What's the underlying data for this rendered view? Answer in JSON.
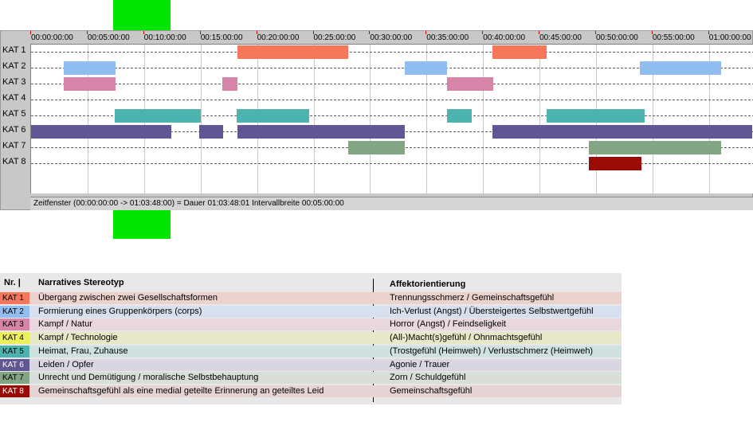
{
  "timeline": {
    "ticks": [
      "00:00:00:00",
      "00:05:00:00",
      "00:10:00:00",
      "00:15:00:00",
      "00:20:00:00",
      "00:25:00:00",
      "00:30:00:00",
      "00:35:00:00",
      "00:40:00:00",
      "00:45:00:00",
      "00:50:00:00",
      "00:55:00:00",
      "01:00:00:00"
    ],
    "rows": [
      "KAT 1",
      "KAT 2",
      "KAT 3",
      "KAT 4",
      "KAT 5",
      "KAT 6",
      "KAT 7",
      "KAT 8"
    ],
    "status": "Zeitfenster (00:00:00:00 -> 01:03:48:00) = Dauer 01:03:48:01    Intervallbreite 00:05:00:00",
    "total_minutes": 63.8,
    "segments": [
      {
        "row": 0,
        "start": 18.3,
        "end": 28.1,
        "color": "#f6775a"
      },
      {
        "row": 0,
        "start": 40.8,
        "end": 45.6,
        "color": "#f6775a"
      },
      {
        "row": 1,
        "start": 2.9,
        "end": 7.5,
        "color": "#91bdf0"
      },
      {
        "row": 1,
        "start": 33.1,
        "end": 36.8,
        "color": "#91bdf0"
      },
      {
        "row": 1,
        "start": 53.9,
        "end": 61.1,
        "color": "#91bdf0"
      },
      {
        "row": 2,
        "start": 2.9,
        "end": 7.5,
        "color": "#d685a8"
      },
      {
        "row": 2,
        "start": 16.9,
        "end": 18.3,
        "color": "#d685a8"
      },
      {
        "row": 2,
        "start": 36.8,
        "end": 40.9,
        "color": "#d685a8"
      },
      {
        "row": 4,
        "start": 7.4,
        "end": 15.0,
        "color": "#4cb3af"
      },
      {
        "row": 4,
        "start": 18.2,
        "end": 24.6,
        "color": "#4cb3af"
      },
      {
        "row": 4,
        "start": 36.8,
        "end": 39.0,
        "color": "#4cb3af"
      },
      {
        "row": 4,
        "start": 45.6,
        "end": 54.3,
        "color": "#4cb3af"
      },
      {
        "row": 5,
        "start": 0.0,
        "end": 12.4,
        "color": "#625593"
      },
      {
        "row": 5,
        "start": 14.9,
        "end": 17.0,
        "color": "#625593"
      },
      {
        "row": 5,
        "start": 18.3,
        "end": 33.1,
        "color": "#625593"
      },
      {
        "row": 5,
        "start": 40.8,
        "end": 63.8,
        "color": "#625593"
      },
      {
        "row": 6,
        "start": 28.1,
        "end": 33.1,
        "color": "#82a583"
      },
      {
        "row": 6,
        "start": 49.4,
        "end": 61.1,
        "color": "#82a583"
      },
      {
        "row": 7,
        "start": 49.4,
        "end": 54.0,
        "color": "#980c05"
      }
    ]
  },
  "legend": {
    "headers": {
      "nr": "Nr. |",
      "stereotyp": "Narratives Stereotyp",
      "affekt": "Affektorientierung"
    },
    "rows": [
      {
        "cat": "KAT 1",
        "stereotyp": "Übergang zwischen zwei Gesellschaftsformen",
        "affekt": "Trennungsschmerz / Gemeinschaftsgefühl",
        "color": "#f6775a",
        "bg": "#ebd2cd"
      },
      {
        "cat": "KAT 2",
        "stereotyp": "Formierung eines Gruppenkörpers (corps)",
        "affekt": "Ich-Verlust (Angst) / Übersteigertes Selbstwertgefühl",
        "color": "#91bdf0",
        "bg": "#d6e0ee"
      },
      {
        "cat": "KAT 3",
        "stereotyp": "Kampf / Natur",
        "affekt": "Horror (Angst) / Feindseligkeit",
        "color": "#d685a8",
        "bg": "#e8d7df"
      },
      {
        "cat": "KAT 4",
        "stereotyp": "Kampf / Technologie",
        "affekt": "(All-)Macht(s)gefühl / Ohnmachtsgefühl",
        "color": "#eef05a",
        "bg": "#e6e8c8"
      },
      {
        "cat": "KAT 5",
        "stereotyp": "Heimat, Frau, Zuhause",
        "affekt": "(Trostgefühl (Heimweh) / Verlustschmerz (Heimweh)",
        "color": "#4cb3af",
        "bg": "#cfe2e0"
      },
      {
        "cat": "KAT 6",
        "stereotyp": "Leiden / Opfer",
        "affekt": "Agonie / Trauer",
        "color": "#625593",
        "bg": "#d9d6e2"
      },
      {
        "cat": "KAT 7",
        "stereotyp": "Unrecht und Demütigung / moralische Selbstbehauptung",
        "affekt": "Zorn / Schuldgefühl",
        "color": "#82a583",
        "bg": "#d8dfd8"
      },
      {
        "cat": "KAT 8",
        "stereotyp": "Gemeinschaftsgefühl als eine medial geteilte Erinnerung an geteiltes Leid",
        "affekt": "Gemeinschaftsgefühl",
        "color": "#980c05",
        "bg": "#e6d4d4"
      }
    ]
  }
}
